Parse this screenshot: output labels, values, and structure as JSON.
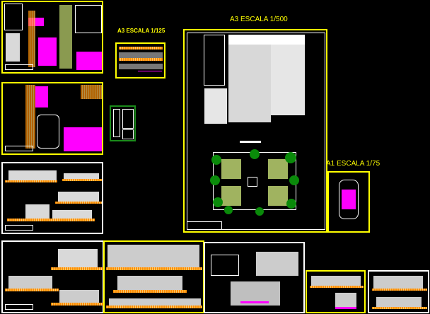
{
  "labels": {
    "a3_125": "A3 ESCALA 1/125",
    "a3_500": "A3 ESCALA 1/500",
    "a1_75": "A1 ESCALA 1/75"
  },
  "colors": {
    "background": "#000000",
    "frame": "#ffff00",
    "accent": "#ff00ff",
    "hatch": "#ff8c00",
    "trees": "#0a8a0a"
  }
}
